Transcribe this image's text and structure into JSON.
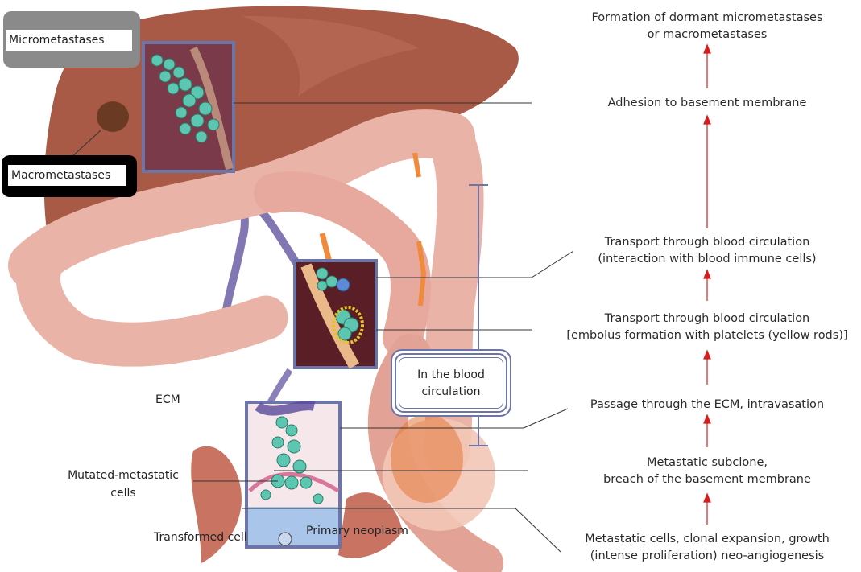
{
  "labels": {
    "micrometastases": "Micrometastases",
    "macrometastases": "Macrometastases",
    "ecm": "ECM",
    "mutated_metastatic_line1": "Mutated-metastatic",
    "mutated_metastatic_line2": "cells",
    "transformed_cell": "Transformed cell",
    "primary_neoplasm": "Primary neoplasm",
    "blood_line1": "In the blood",
    "blood_line2": "circulation"
  },
  "steps": [
    {
      "line1": "Formation of dormant micrometastases",
      "line2": "or macrometastases"
    },
    {
      "line1": "Adhesion to basement membrane",
      "line2": ""
    },
    {
      "line1": "Transport through blood circulation",
      "line2": "(interaction with blood immune cells)"
    },
    {
      "line1": "Transport through blood circulation",
      "line2": "[embolus formation with platelets (yellow rods)]"
    },
    {
      "line1": "Passage through the ECM, intravasation",
      "line2": ""
    },
    {
      "line1": "Metastatic subclone,",
      "line2": "breach of the basement membrane"
    },
    {
      "line1": "Metastatic cells, clonal expansion, growth",
      "line2": "(intense proliferation) neo-angiogenesis"
    }
  ],
  "colors": {
    "arrow": "#d81c1c",
    "liver": "#a85a46",
    "colon": "#eab3a8",
    "frame": "#6d74a8",
    "vessel": "#5a4a9a"
  }
}
